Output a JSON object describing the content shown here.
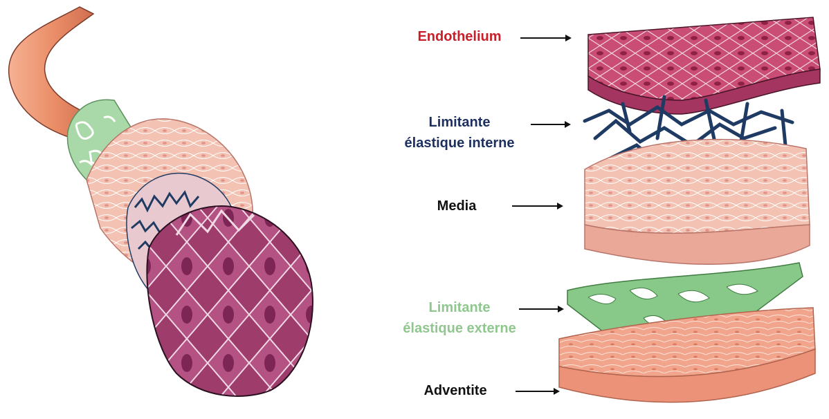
{
  "layers": {
    "endothelium": {
      "label": "Endothelium",
      "color": "#c8202a"
    },
    "internal_elastic": {
      "line1": "Limitante",
      "line2": "élastique interne",
      "color": "#1c2f5e"
    },
    "media": {
      "label": "Media",
      "color": "#111111"
    },
    "external_elastic": {
      "line1": "Limitante",
      "line2": "élastique externe",
      "color": "#8fc78e"
    },
    "adventitia": {
      "label": "Adventite",
      "color": "#111111"
    }
  },
  "tissue_colors": {
    "endothelium_fill": "#c94d74",
    "elastic_internal_fill": "#1f3b63",
    "media_fill": "#f4c2b2",
    "elastic_external_fill": "#88c98a",
    "adventitia_fill": "#f2a58d",
    "outer_sheath": "#e88d67"
  }
}
